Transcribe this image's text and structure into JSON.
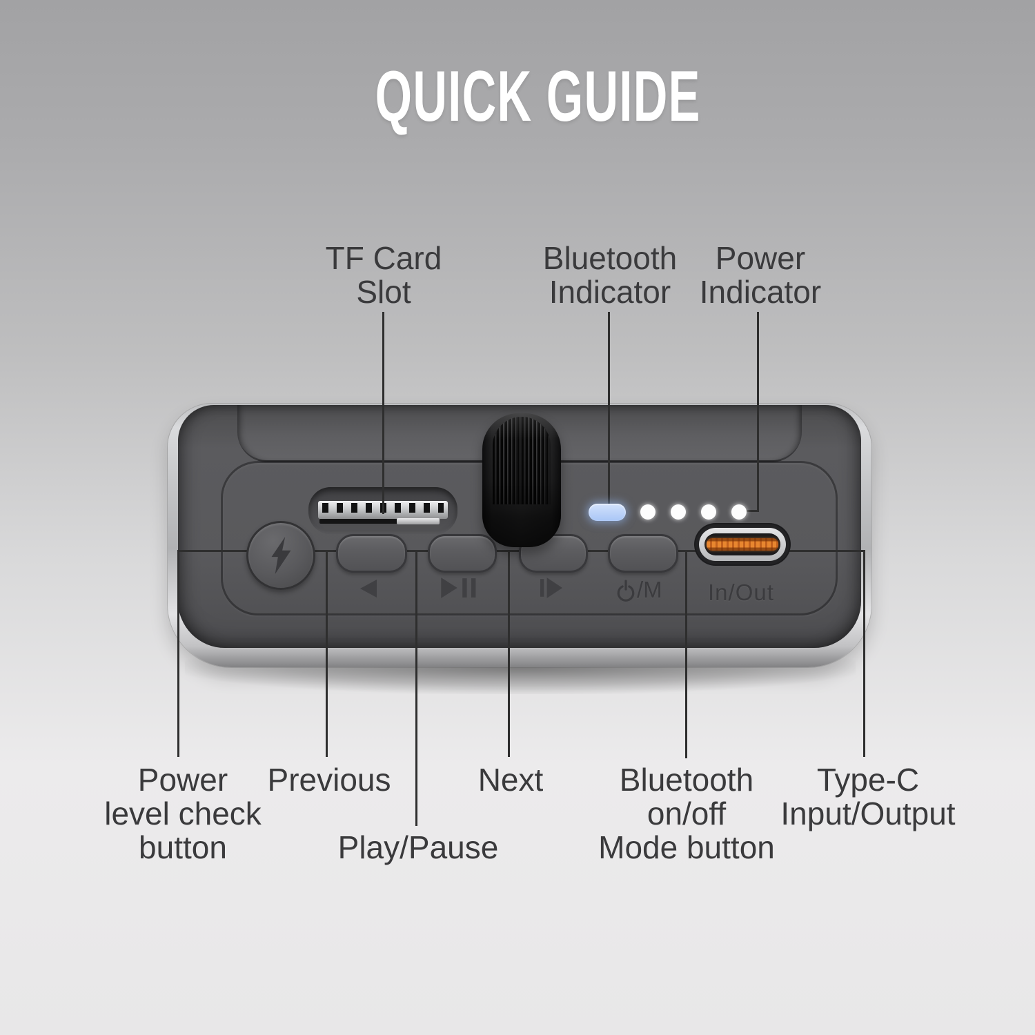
{
  "title": "QUICK GUIDE",
  "callouts_top": {
    "tf_card_slot": {
      "line1": "TF Card",
      "line2": "Slot"
    },
    "bluetooth_indicator": {
      "line1": "Bluetooth",
      "line2": "Indicator"
    },
    "power_indicator": {
      "line1": "Power",
      "line2": "Indicator"
    }
  },
  "callouts_bottom": {
    "power_level_check": {
      "line1": "Power",
      "line2": "level check",
      "line3": "button"
    },
    "previous": {
      "line1": "Previous"
    },
    "play_pause": {
      "line1": "Play/Pause"
    },
    "next": {
      "line1": "Next"
    },
    "bluetooth_mode": {
      "line1": "Bluetooth",
      "line2": "on/off",
      "line3": "Mode button"
    },
    "type_c": {
      "line1": "Type-C",
      "line2": "Input/Output"
    }
  },
  "device": {
    "typec_port_label": "In/Out",
    "mode_icon_text": "/M",
    "power_indicator_dot_count": 4,
    "bluetooth_led_color": "#b3cdf8",
    "power_dot_color": "#fdfdfd",
    "typec_tongue_color": "#e8862f"
  },
  "colors": {
    "title_text": "#ffffff",
    "label_text": "#3a3a3c",
    "leader_line": "#2e2e2e",
    "body_dark_gray": "#59595c",
    "body_silver": "#c5c6c8",
    "strap_black": "#1c1c1d"
  }
}
